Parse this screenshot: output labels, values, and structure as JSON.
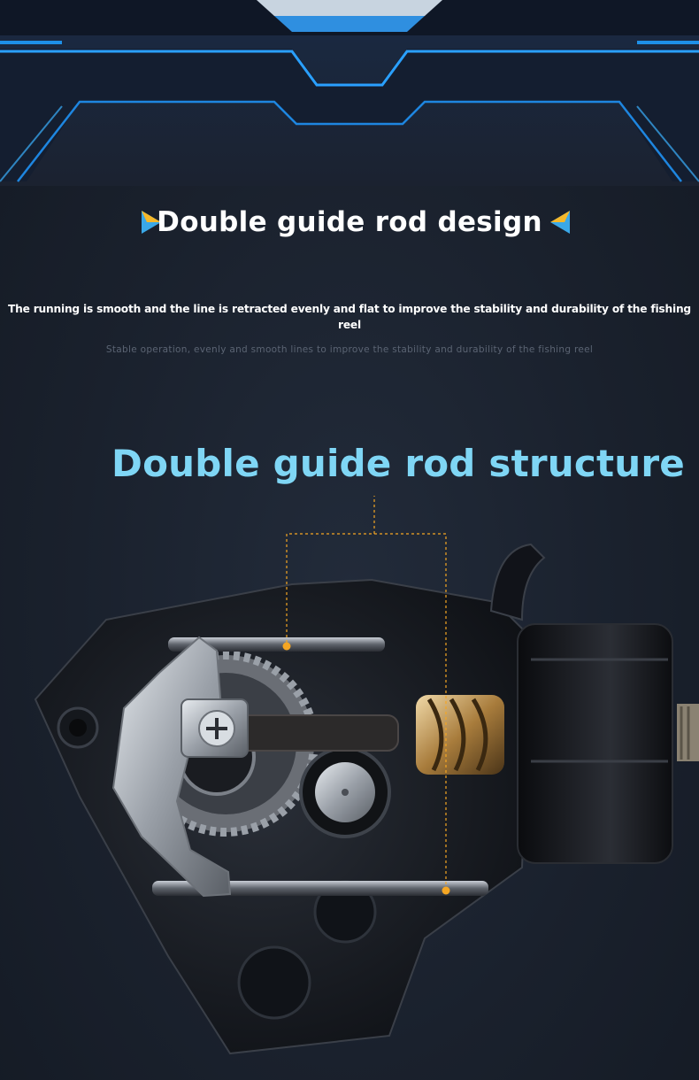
{
  "header": {
    "title": "Double guide rod design",
    "subtitle": "The running is smooth and the line is retracted evenly and flat to improve the stability and durability of the fishing reel",
    "caption": "Stable operation, evenly and smooth lines to improve the stability and durability of the fishing reel"
  },
  "section": {
    "title": "Double guide rod structure"
  },
  "colors": {
    "background": "#1b2230",
    "accent_cyan": "#7fd6f5",
    "banner_blue": "#1e90e8",
    "callout_orange": "#f5a623"
  }
}
